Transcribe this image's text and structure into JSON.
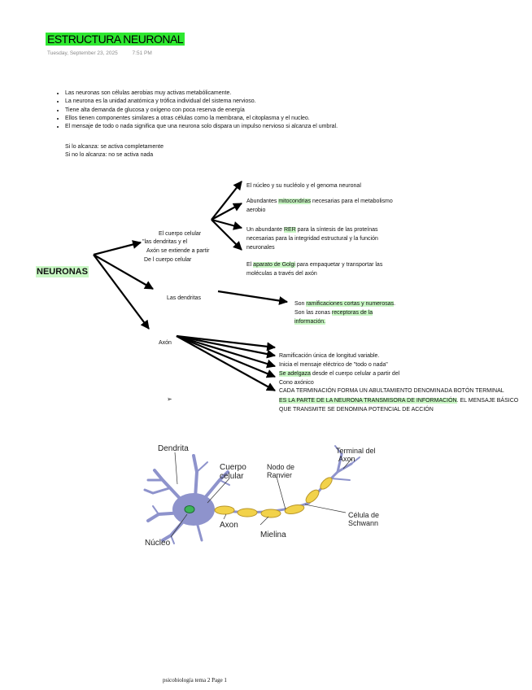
{
  "page": {
    "title": "ESTRUCTURA NEURONAL",
    "date": "Tuesday, September 23, 2025",
    "time": "7:51 PM",
    "footer": "psicobiología tema 2 Page 1"
  },
  "bullets": [
    "Las neuronas son células aerobias muy activas metabólicamente.",
    "La neurona es la unidad anatómica y trófica individual del sistema nervioso.",
    "Tiene alta demanda de glucosa y oxígeno con poca reserva de energía",
    "Ellos tienen componentes similares a otras células como la membrana, el citoplasma y el nucleo.",
    "El mensaje de todo o nada significa que una neurona solo dispara un impulso nervioso si alcanza el umbral."
  ],
  "bullet_tail": {
    "line1": "Si lo alcanza: se activa completamente",
    "line2": "Si no lo alcanza: no se activa nada"
  },
  "diagram": {
    "root": "NEURONAS",
    "cuerpo": {
      "line1": "El cuerpo celular",
      "line2": "\"las dendritas y el",
      "line3": "Axón se extiende a partir",
      "line4": "De l cuerpo celular"
    },
    "cuerpo_items": {
      "nucleo": "El núcleo y su nucléolo y el genoma neuronal",
      "mito_pre": "Abundantes ",
      "mito_hl": "mitocondrias",
      "mito_post": " necesarias para el metabolismo",
      "mito_line2": "aerobio",
      "rer_pre": "Un abundante ",
      "rer_hl": "RER",
      "rer_post": " para la síntesis de las proteínas",
      "rer_line2": "necesarias para la integridad estructural y la función",
      "rer_line3": "neuronales",
      "golgi_pre": "El ",
      "golgi_hl": "aparato de Golgi",
      "golgi_post": " para empaquetar y transportar las",
      "golgi_line2": "moléculas a través del axón"
    },
    "dendritas": {
      "label": "Las dendritas",
      "son_pre": "Son ",
      "son_hl": "ramificaciones cortas y numerosas",
      "son_post": ".",
      "zonas_pre": "Son las zonas ",
      "zonas_hl": "receptoras de la",
      "zonas_line2_hl": "información."
    },
    "axon": {
      "label": "Axón",
      "item1": "Ramificación única de longitud variable.",
      "item2": "Inicia el mensaje eléctrico de \"todo o nada\"",
      "item3_hl": "Se adelgaza",
      "item3_post": " desde el cuerpo celular a partir del",
      "item3_line2": "Cono axónico",
      "item4_line1": "CADA TERMINACIÓN FORMA UN ABULTAMIENTO DENOMINADA BOTÓN TERMINAL",
      "item4_hl": "ES LA PARTE DE LA NEURONA TRANSMISORA DE INFORMACIÓN",
      "item4_post": ". EL MENSAJE BÁSICO",
      "item4_line3": "QUE TRANSMITE SE DENOMINA POTENCIAL DE ACCIÓN"
    },
    "stray_symbol": "➢"
  },
  "illustration": {
    "labels": {
      "dendrita": "Dendrita",
      "cuerpo1": "Cuerpo",
      "cuerpo2": "celular",
      "nodo1": "Nodo de",
      "nodo2": "Ranvier",
      "terminal1": "Terminal del",
      "terminal2": "Axon",
      "axon": "Axon",
      "celula1": "Célula de",
      "celula2": "Schwann",
      "mielina": "Mielina",
      "nucleo": "Núcleo"
    },
    "colors": {
      "neuron_body": "#8e93cc",
      "nucleus": "#3db35a",
      "myelin": "#f2d24a"
    }
  }
}
